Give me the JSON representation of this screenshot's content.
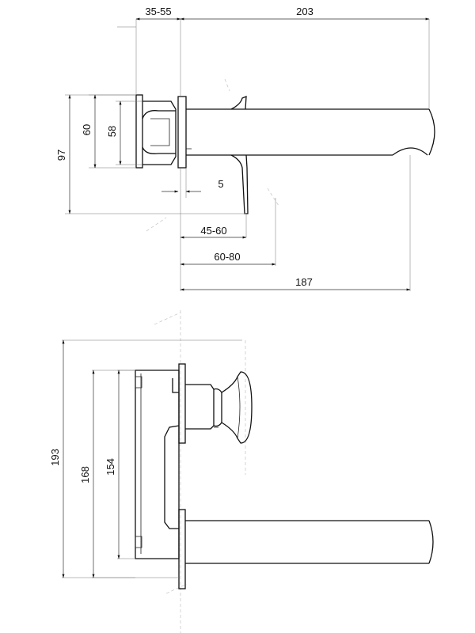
{
  "top_view": {
    "dimensions": {
      "wall_depth": "35-55",
      "spout_length": "203",
      "total_height": "97",
      "height_60": "60",
      "height_58": "58",
      "gap_5": "5",
      "offset_45_60": "45-60",
      "offset_60_80": "60-80",
      "reach_187": "187"
    }
  },
  "front_view": {
    "dimensions": {
      "plate_height": "193",
      "body_height": "168",
      "box_height": "154"
    }
  }
}
